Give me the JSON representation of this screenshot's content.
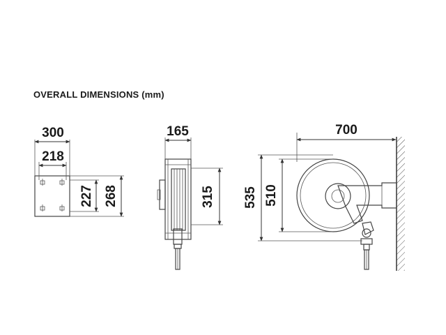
{
  "heading": "OVERALL DIMENSIONS (mm)",
  "bracket_view": {
    "width_outer": "300",
    "width_inner": "218",
    "height_inner": "227",
    "height_outer": "268"
  },
  "front_view": {
    "width": "165",
    "height": "315"
  },
  "side_view": {
    "depth": "700",
    "height_outer": "535",
    "height_inner": "510"
  }
}
